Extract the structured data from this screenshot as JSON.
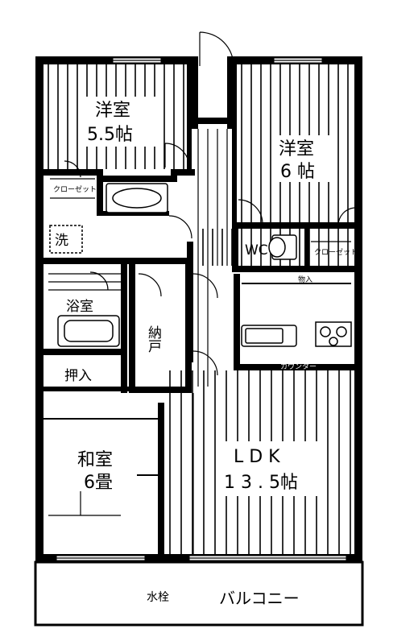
{
  "rooms": {
    "western_room_1": {
      "name": "洋室",
      "size": "5.5帖"
    },
    "western_room_2": {
      "name": "洋室",
      "size": "6 帖"
    },
    "closet_1": "クローゼット",
    "closet_2": "クローゼット",
    "washroom": "洗",
    "bathroom": "浴室",
    "toilet": "WC",
    "storage_room": "納戸",
    "linen_closet": "押入",
    "japanese_room": {
      "name": "和室",
      "size": "6畳"
    },
    "ldk": {
      "name": "L D K",
      "size": "1 3 . 5帖"
    },
    "storage_shelf": "物入",
    "counter": "カウンター",
    "faucet": "水栓",
    "balcony": "バルコニー"
  }
}
